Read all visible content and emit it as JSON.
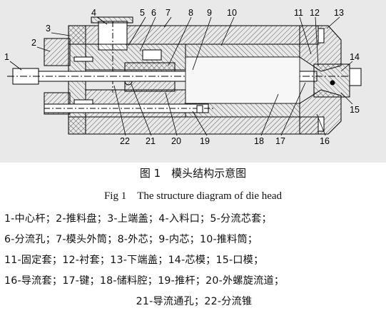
{
  "labels": {
    "n1": "1",
    "n2": "2",
    "n3": "3",
    "n4": "4",
    "n5": "5",
    "n6": "6",
    "n7": "7",
    "n8": "8",
    "n9": "9",
    "n10": "10",
    "n11": "11",
    "n12": "12",
    "n13": "13",
    "n14": "14",
    "n15": "15",
    "n16": "16",
    "n17": "17",
    "n18": "18",
    "n19": "19",
    "n20": "20",
    "n21": "21",
    "n22": "22"
  },
  "caption_cn": "图 1　模头结构示意图",
  "caption_en": "Fig 1　The structure diagram of die head",
  "legend": [
    "1-中心杆；2-推料盘；3-上端盖；4-入料口；5-分流芯套；",
    "6-分流孔；7-模头外筒；8-外芯；9-内芯；10-推料筒；",
    "11-固定套；12-衬套；13-下端盖；14-芯模；15-口模；",
    "16-导流套；17-键；18-储料腔；19-推杆；20-外螺旋流道；",
    "21-导流通孔；22-分流锥"
  ]
}
